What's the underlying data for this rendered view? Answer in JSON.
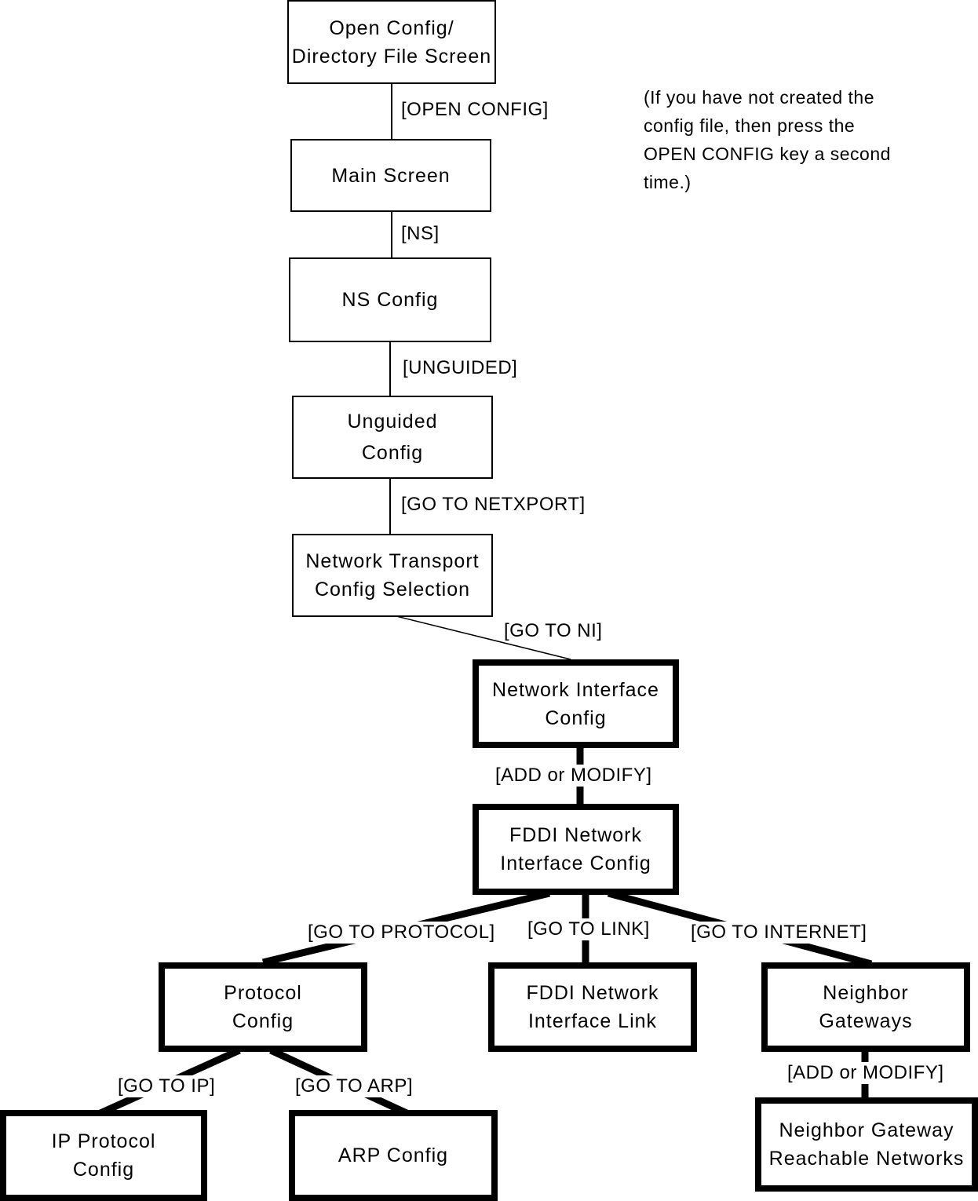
{
  "boxes": {
    "open_config": [
      "Open Config/",
      "Directory File Screen"
    ],
    "main_screen": [
      "Main Screen"
    ],
    "ns_config": [
      "NS Config"
    ],
    "unguided": [
      "Unguided",
      "Config"
    ],
    "net_transport": [
      "Network Transport",
      "Config Selection"
    ],
    "net_interface": [
      "Network Interface",
      "Config"
    ],
    "fddi_ni": [
      "FDDI Network",
      "Interface Config"
    ],
    "protocol": [
      "Protocol",
      "Config"
    ],
    "fddi_link": [
      "FDDI Network",
      "Interface Link"
    ],
    "neighbor": [
      "Neighbor",
      "Gateways"
    ],
    "ip_protocol": [
      "IP Protocol",
      "Config"
    ],
    "arp": [
      "ARP Config"
    ],
    "neighbor_reach": [
      "Neighbor Gateway",
      "Reachable Networks"
    ]
  },
  "labels": {
    "open_config": "[OPEN CONFIG]",
    "ns": "[NS]",
    "unguided": "[UNGUIDED]",
    "go_netxport": "[GO TO NETXPORT]",
    "go_ni": "[GO TO NI]",
    "add_modify_1": "[ADD or MODIFY]",
    "go_protocol": "[GO TO PROTOCOL]",
    "go_link": "[GO TO LINK]",
    "go_internet": "[GO TO INTERNET]",
    "go_ip": "[GO TO IP]",
    "go_arp": "[GO TO ARP]",
    "add_modify_2": "[ADD or MODIFY]"
  },
  "note": [
    "(If you have not created the",
    "config file, then press the",
    "OPEN CONFIG key a second",
    "time.)"
  ]
}
